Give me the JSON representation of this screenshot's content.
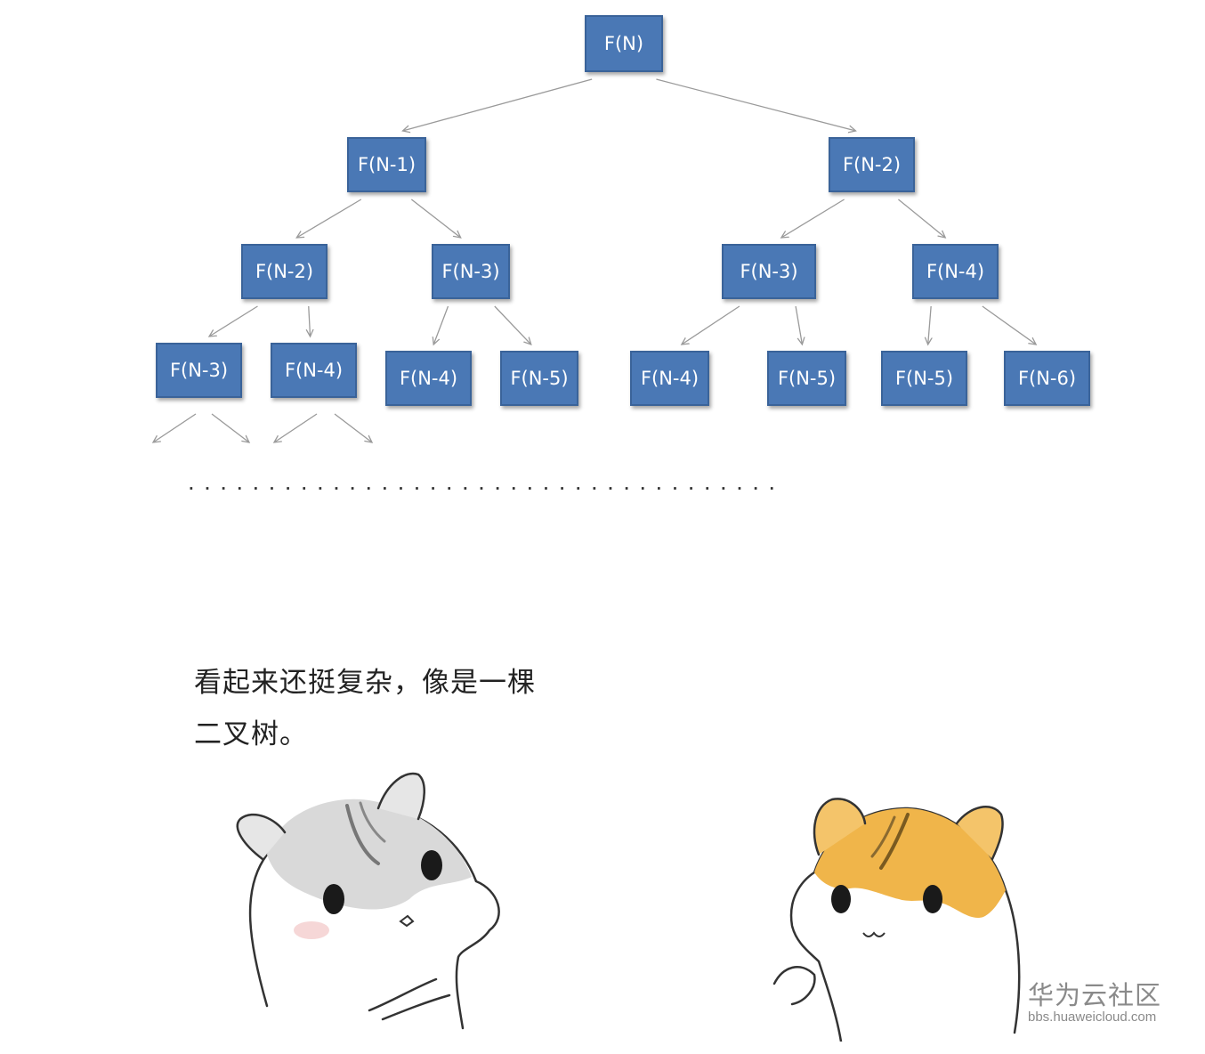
{
  "tree": {
    "nodes": [
      {
        "id": "n0",
        "label": "F(N)"
      },
      {
        "id": "n1",
        "label": "F(N-1)"
      },
      {
        "id": "n2",
        "label": "F(N-2)"
      },
      {
        "id": "n3",
        "label": "F(N-2)"
      },
      {
        "id": "n4",
        "label": "F(N-3)"
      },
      {
        "id": "n5",
        "label": "F(N-3)"
      },
      {
        "id": "n6",
        "label": "F(N-4)"
      },
      {
        "id": "n7",
        "label": "F(N-3)"
      },
      {
        "id": "n8",
        "label": "F(N-4)"
      },
      {
        "id": "n9",
        "label": "F(N-4)"
      },
      {
        "id": "n10",
        "label": "F(N-5)"
      },
      {
        "id": "n11",
        "label": "F(N-4)"
      },
      {
        "id": "n12",
        "label": "F(N-5)"
      },
      {
        "id": "n13",
        "label": "F(N-5)"
      },
      {
        "id": "n14",
        "label": "F(N-6)"
      }
    ],
    "edges": [
      [
        "n0",
        "n1"
      ],
      [
        "n0",
        "n2"
      ],
      [
        "n1",
        "n3"
      ],
      [
        "n1",
        "n4"
      ],
      [
        "n2",
        "n5"
      ],
      [
        "n2",
        "n6"
      ],
      [
        "n3",
        "n7"
      ],
      [
        "n3",
        "n8"
      ],
      [
        "n4",
        "n9"
      ],
      [
        "n4",
        "n10"
      ],
      [
        "n5",
        "n11"
      ],
      [
        "n5",
        "n12"
      ],
      [
        "n6",
        "n13"
      ],
      [
        "n6",
        "n14"
      ]
    ],
    "continuation": "· · · · · · · · · · · · · · · · · · · · · · · · · · · · · · · · · · · · ·"
  },
  "caption": {
    "line1": "看起来还挺复杂，像是一棵",
    "line2": "二叉树。"
  },
  "watermark": {
    "title": "华为云社区",
    "url": "bbs.huaweicloud.com"
  },
  "colors": {
    "node_fill": "#4a78b5",
    "node_text": "#ffffff",
    "edge": "#9a9a9a",
    "hamster_left": "#d9d9d9",
    "hamster_right": "#f0b54a"
  }
}
